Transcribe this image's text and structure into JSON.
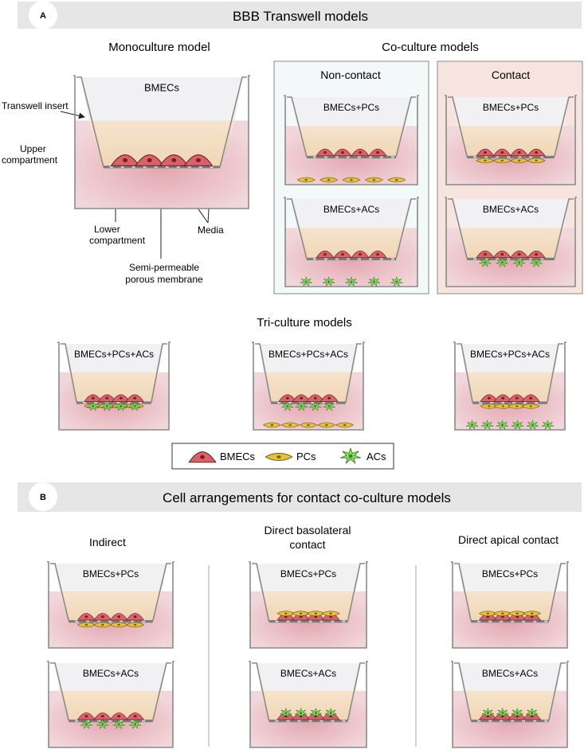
{
  "panel_a": {
    "badge": "A",
    "title": "BBB Transwell models",
    "monoculture": {
      "heading": "Monoculture model",
      "well_label": "BMECs",
      "annotations": {
        "transwell_insert": "Transwell insert",
        "upper_compartment_line1": "Upper",
        "upper_compartment_line2": "compartment",
        "lower_compartment_line1": "Lower",
        "lower_compartment_line2": "compartment",
        "media": "Media",
        "membrane_line1": "Semi-permeable",
        "membrane_line2": "porous membrane"
      }
    },
    "coculture": {
      "heading": "Co-culture models",
      "noncontact": {
        "heading": "Non-contact",
        "wells": [
          "BMECs+PCs",
          "BMECs+ACs"
        ]
      },
      "contact": {
        "heading": "Contact",
        "wells": [
          "BMECs+PCs",
          "BMECs+ACs"
        ]
      }
    },
    "triculture": {
      "heading": "Tri-culture models",
      "wells": [
        "BMECs+PCs+ACs",
        "BMECs+PCs+ACs",
        "BMECs+PCs+ACs"
      ]
    },
    "legend": {
      "bmecs": "BMECs",
      "pcs": "PCs",
      "acs": "ACs"
    }
  },
  "panel_b": {
    "badge": "B",
    "title": "Cell arrangements for contact co-culture models",
    "columns": [
      {
        "heading_line1": "Indirect",
        "heading_line2": "",
        "wells": [
          "BMECs+PCs",
          "BMECs+ACs"
        ]
      },
      {
        "heading_line1": "Direct basolateral",
        "heading_line2": "contact",
        "wells": [
          "BMECs+PCs",
          "BMECs+ACs"
        ]
      },
      {
        "heading_line1": "Direct apical contact",
        "heading_line2": "",
        "wells": [
          "BMECs+PCs",
          "BMECs+ACs"
        ]
      }
    ]
  },
  "colors": {
    "banner": "#e6e6e6",
    "well_outline": "#8a8a8a",
    "upper_air": "#f1f1f3",
    "upper_media": "#f3dcc0",
    "lower_media": "#e7c3c8",
    "membrane": "#7c7c7c",
    "bmec_fill": "#d9626a",
    "bmec_nucleus": "#7a1c22",
    "pc_fill": "#e4c23b",
    "pc_nucleus": "#7a6516",
    "ac_fill": "#8fe06a",
    "ac_nucleus": "#3c8a22",
    "noncontact_box": "#f3f8f9",
    "contact_box": "#f8e4de"
  }
}
